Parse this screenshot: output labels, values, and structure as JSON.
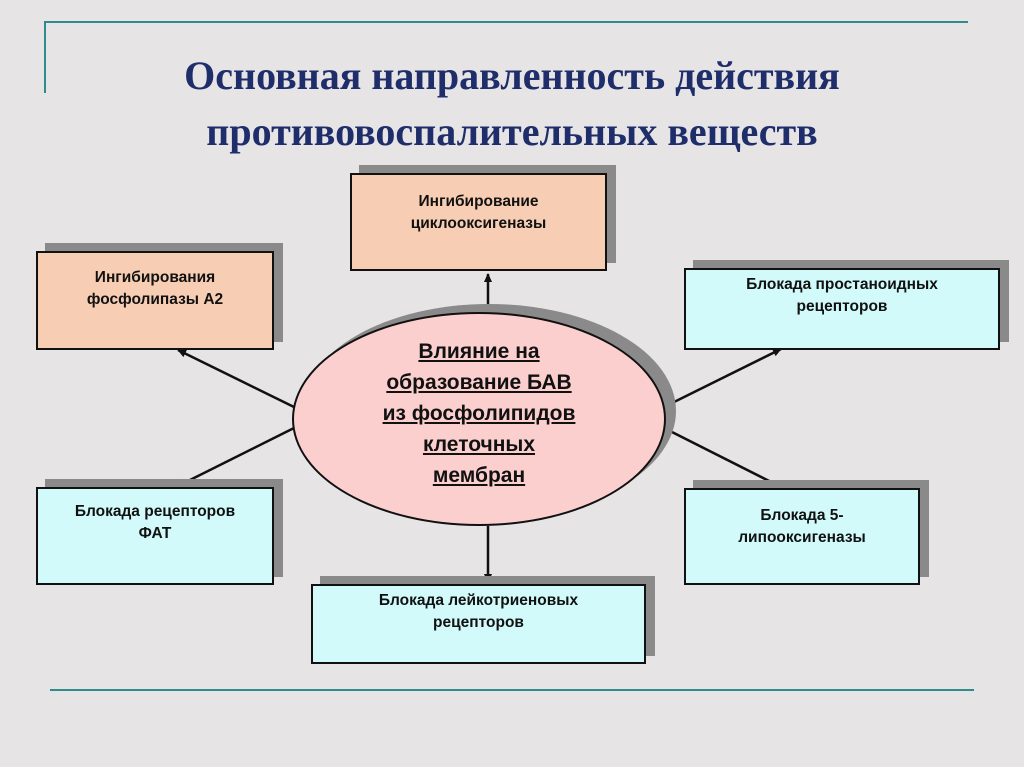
{
  "title_line1": "Основная направленность действия",
  "title_line2": "противовоспалительных веществ",
  "center": {
    "line1": "Влияние на",
    "line2": "образование БАВ",
    "line3": "из фосфолипидов",
    "line4": "клеточных",
    "line5": "мембран"
  },
  "boxes": {
    "cox": {
      "line1": "Ингибирование",
      "line2": "циклооксигеназы"
    },
    "pla2": {
      "line1": "Ингибирования",
      "line2": "фосфолипазы А2"
    },
    "prostanoid": {
      "line1": "Блокада простаноидных",
      "line2": "рецепторов"
    },
    "paf": {
      "line1": "Блокада рецепторов",
      "line2": "ФАТ"
    },
    "lox": {
      "line1": "Блокада 5-",
      "line2": "липооксигеназы"
    },
    "leukotriene": {
      "line1": "Блокада лейкотриеновых",
      "line2": "рецепторов"
    }
  },
  "colors": {
    "title": "#1f2e6b",
    "frame": "#2e8c8c",
    "peach_box": "#f7cdb4",
    "cyan_box": "#d2fafa",
    "center_ellipse": "#fccfcf"
  }
}
